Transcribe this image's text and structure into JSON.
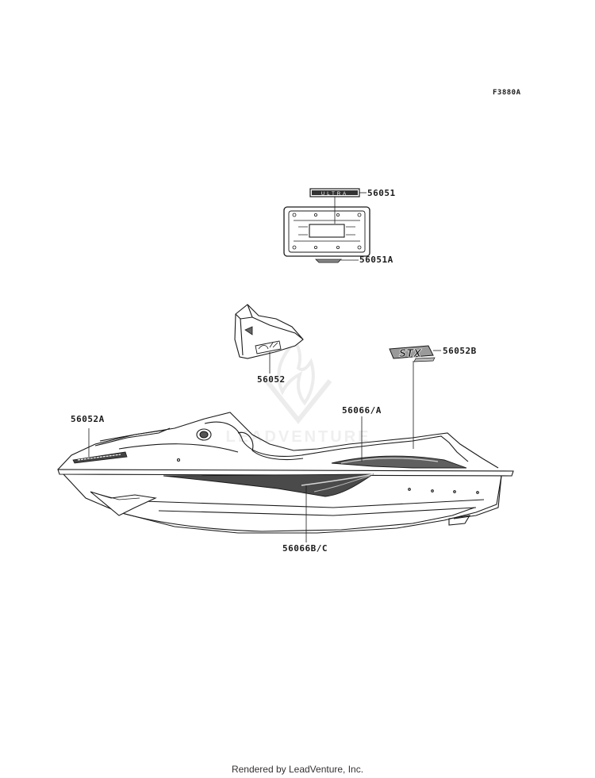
{
  "figure_code": "F3880A",
  "footer": "Rendered by LeadVenture, Inc.",
  "watermark": {
    "text": "LEADVENTURE",
    "color": "#e4e4e4"
  },
  "emblem_text": "ULTRA",
  "parts": [
    {
      "id": "56051",
      "label": "56051"
    },
    {
      "id": "56051A",
      "label": "56051A"
    },
    {
      "id": "56052",
      "label": "56052"
    },
    {
      "id": "56052A",
      "label": "56052A"
    },
    {
      "id": "56052B",
      "label": "56052B"
    },
    {
      "id": "56066A",
      "label": "56066/A"
    },
    {
      "id": "56066BC",
      "label": "56066B/C"
    }
  ],
  "colors": {
    "line": "#1a1a1a",
    "accent": "#555555"
  }
}
